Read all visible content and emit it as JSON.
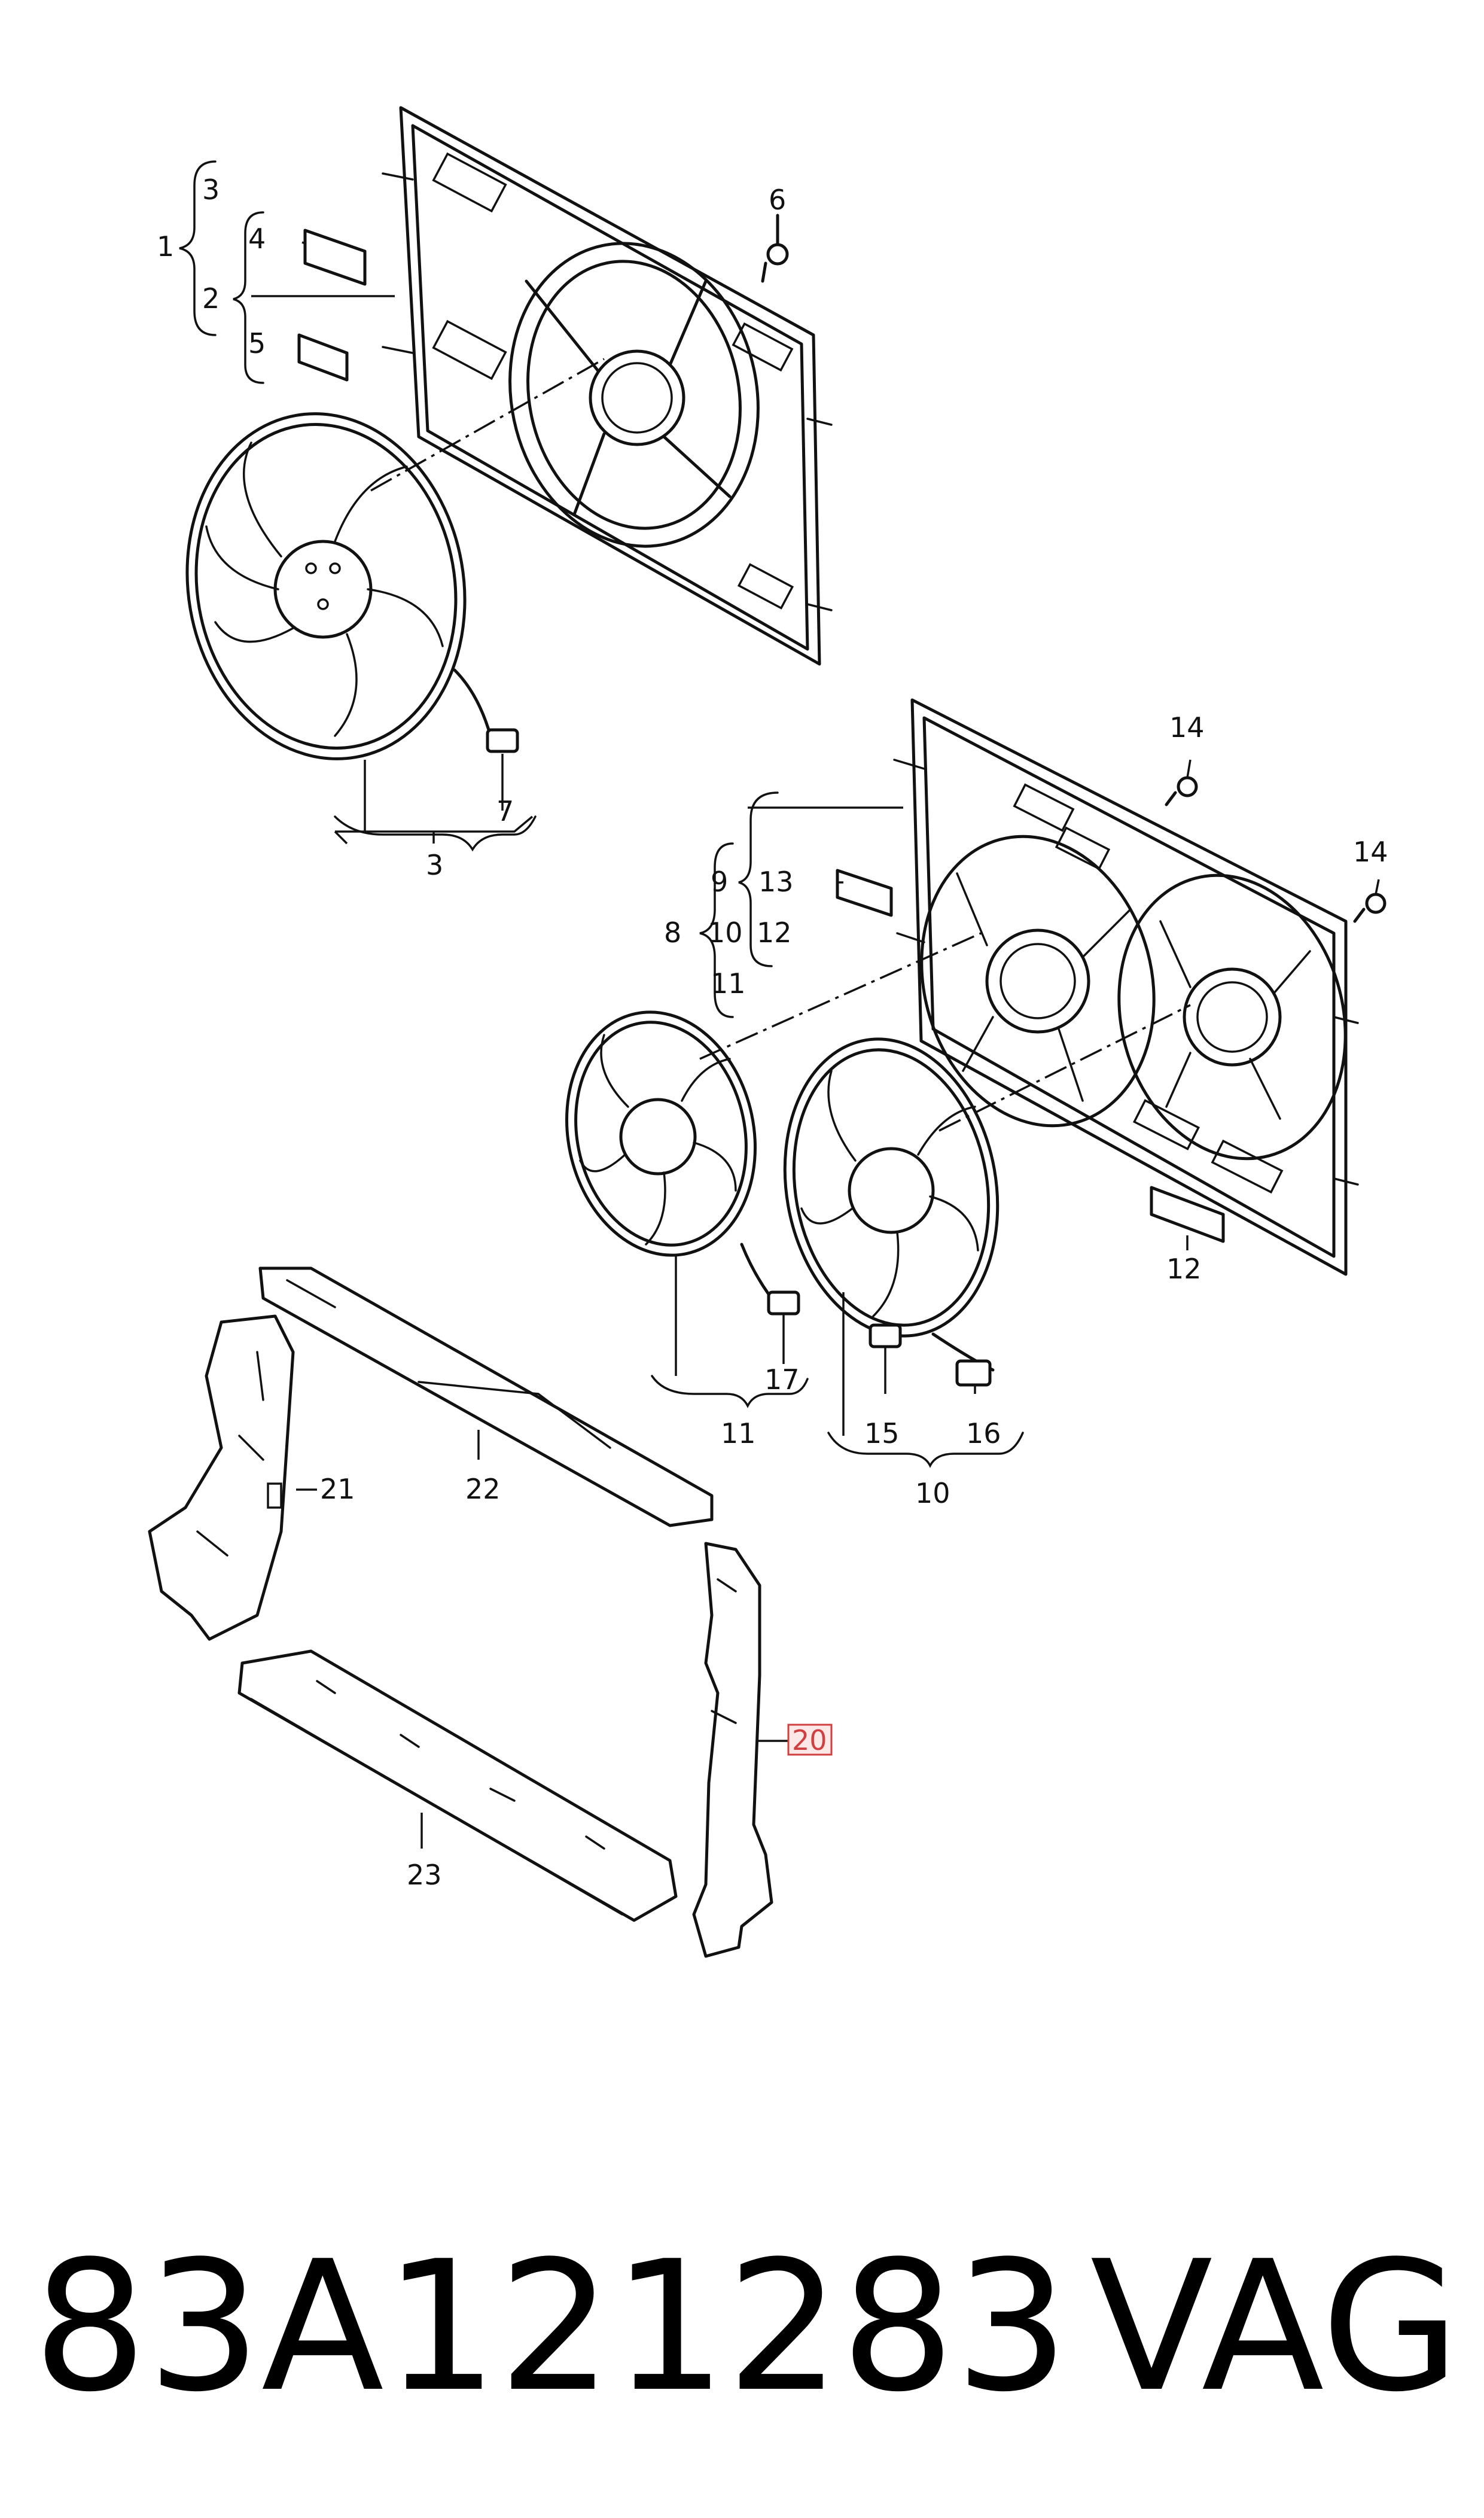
{
  "callouts": {
    "c1": "1",
    "c2": "2",
    "c3a": "3",
    "c3b": "3",
    "c4": "4",
    "c5": "5",
    "c6": "6",
    "c7": "7",
    "c8": "8",
    "c9": "9",
    "c10a": "10",
    "c10b": "10",
    "c11a": "11",
    "c11b": "11",
    "c12a": "12",
    "c12b": "12",
    "c13": "13",
    "c14a": "14",
    "c14b": "14",
    "c15": "15",
    "c16": "16",
    "c17": "17",
    "c20": "20",
    "c21": "21",
    "c22": "22",
    "c23": "23"
  },
  "highlighted_callout": "20",
  "highlight_color": "#d04040",
  "footer": {
    "part_number": "83A121283",
    "brand": "VAG"
  }
}
